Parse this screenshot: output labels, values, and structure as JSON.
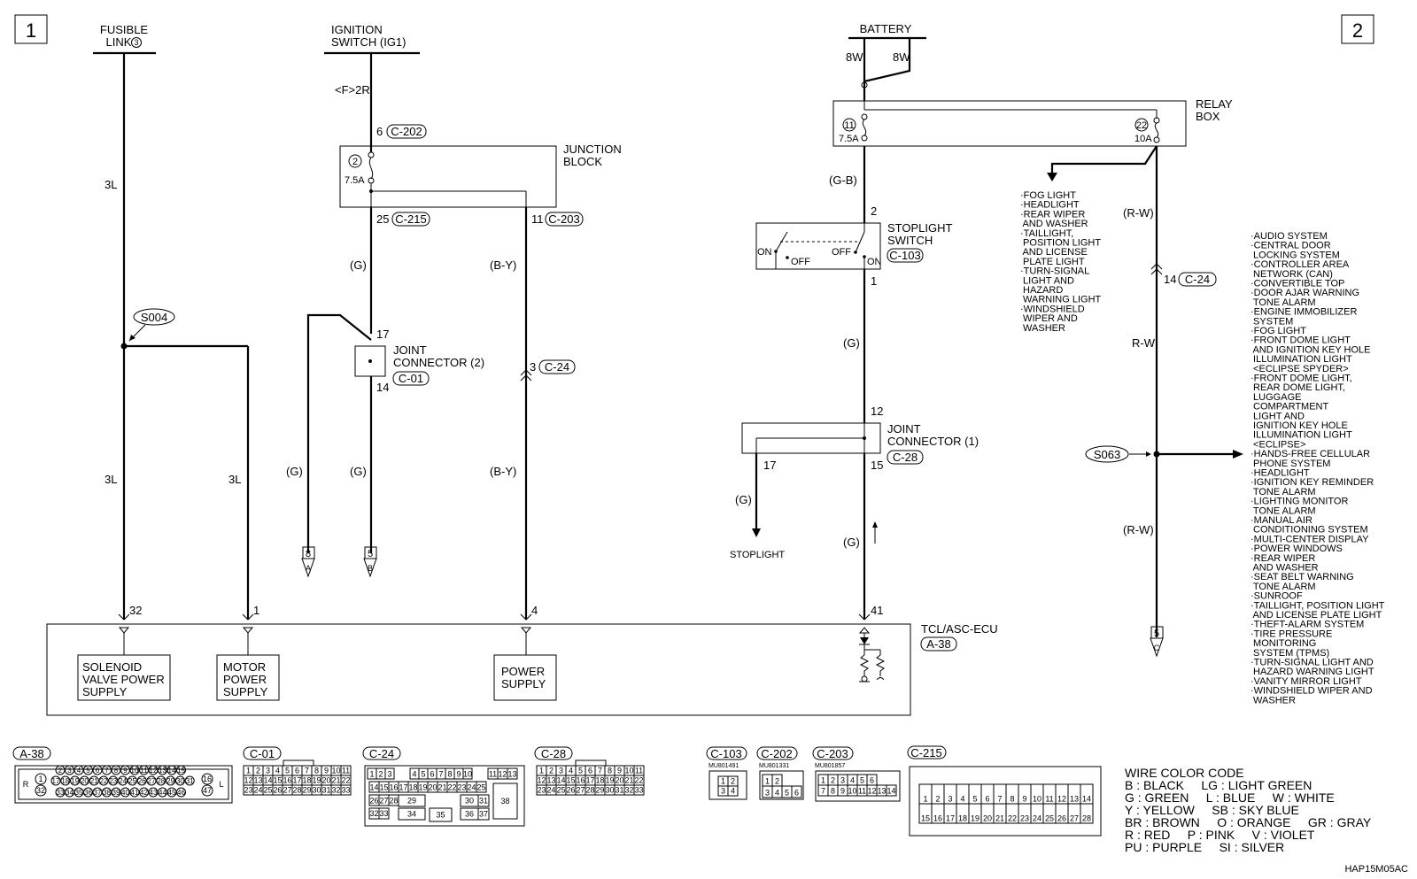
{
  "page_markers": {
    "left": "1",
    "right": "2"
  },
  "sources": {
    "fusible_link": [
      "FUSIBLE",
      "LINK"
    ],
    "fusible_link_num": "3",
    "ignition_switch": [
      "IGNITION",
      "SWITCH (IG1)"
    ],
    "battery": "BATTERY",
    "battery_wires": [
      "8W",
      "8W"
    ]
  },
  "relay_box": {
    "label": [
      "RELAY",
      "BOX"
    ],
    "fuse_a": {
      "num": "11",
      "rating": "7.5A"
    },
    "fuse_b": {
      "num": "22",
      "rating": "10A"
    }
  },
  "junction_block": {
    "label": [
      "JUNCTION",
      "BLOCK"
    ],
    "fuse": {
      "num": "2",
      "rating": "7.5A"
    },
    "in_pin": "6",
    "in_conn": "C-202",
    "out1_pin": "25",
    "out1_conn": "C-215",
    "out2_pin": "11",
    "out2_conn": "C-203",
    "feed_code": "<F>2R"
  },
  "wire_codes": {
    "fl": "3L",
    "fl2": "3L",
    "fl3": "3L",
    "g": "(G)",
    "by": "(B-Y)",
    "gb": "(G-B)",
    "rw": "(R-W)",
    "rw_plain": "R-W"
  },
  "splices": {
    "s004": "S004",
    "s063": "S063"
  },
  "joint_connector_2": {
    "label": [
      "JOINT",
      "CONNECTOR (2)"
    ],
    "conn": "C-01",
    "pin_in": "17",
    "pin_out": "14"
  },
  "c24_inline": {
    "pin": "3",
    "conn": "C-24"
  },
  "stoplight_switch": {
    "label": [
      "STOPLIGHT",
      "SWITCH"
    ],
    "conn": "C-103",
    "pin_in": "2",
    "pin_out": "1",
    "states": {
      "on": "ON",
      "off": "OFF"
    }
  },
  "joint_connector_1": {
    "label": [
      "JOINT",
      "CONNECTOR (1)"
    ],
    "conn": "C-28",
    "pin_in": "12",
    "pin_out_a": "17",
    "pin_out_b": "15"
  },
  "stoplight": "STOPLIGHT",
  "fog_list": [
    "·FOG LIGHT",
    "·HEADLIGHT",
    "·REAR WIPER",
    " AND WASHER",
    "·TAILLIGHT,",
    " POSITION LIGHT",
    " AND LICENSE",
    " PLATE LIGHT",
    "·TURN-SIGNAL",
    " LIGHT AND",
    " HAZARD",
    " WARNING LIGHT",
    "·WINDSHIELD",
    " WIPER AND",
    " WASHER"
  ],
  "rw_inline": {
    "pin": "14",
    "conn": "C-24"
  },
  "systems_list": [
    "·AUDIO SYSTEM",
    "·CENTRAL DOOR",
    " LOCKING SYSTEM",
    "·CONTROLLER AREA",
    " NETWORK (CAN)",
    "·CONVERTIBLE TOP",
    "·DOOR AJAR WARNING",
    " TONE ALARM",
    "·ENGINE IMMOBILIZER",
    " SYSTEM",
    "·FOG LIGHT",
    "·FRONT DOME LIGHT",
    " AND IGNITION KEY HOLE",
    " ILLUMINATION LIGHT",
    " <ECLIPSE SPYDER>",
    "·FRONT DOME LIGHT,",
    " REAR DOME LIGHT,",
    " LUGGAGE",
    " COMPARTMENT",
    " LIGHT AND",
    " IGNITION KEY HOLE",
    " ILLUMINATION LIGHT",
    " <ECLIPSE>",
    "·HANDS-FREE CELLULAR",
    " PHONE SYSTEM",
    "·HEADLIGHT",
    "·IGNITION KEY REMINDER",
    " TONE ALARM",
    "·LIGHTING MONITOR",
    " TONE ALARM",
    "·MANUAL AIR",
    " CONDITIONING SYSTEM",
    "·MULTI-CENTER DISPLAY",
    "·POWER WINDOWS",
    "·REAR WIPER",
    " AND WASHER",
    "·SEAT BELT WARNING",
    " TONE ALARM",
    "·SUNROOF",
    "·TAILLIGHT, POSITION LIGHT",
    " AND LICENSE PLATE LIGHT",
    "·THEFT-ALARM SYSTEM",
    "·TIRE PRESSURE",
    " MONITORING",
    " SYSTEM (TPMS)",
    "·TURN-SIGNAL LIGHT AND",
    " HAZARD WARNING LIGHT",
    "·VANITY MIRROR LIGHT",
    "·WINDSHIELD WIPER AND",
    " WASHER"
  ],
  "off_page": {
    "b": {
      "num": "8",
      "letter": "A"
    },
    "c": {
      "num": "5",
      "letter": "B"
    },
    "d": {
      "num": "5",
      "letter": "C"
    }
  },
  "ecu": {
    "label": "TCL/ASC-ECU",
    "conn": "A-38",
    "pins": [
      "32",
      "1",
      "4",
      "41"
    ],
    "blocks": [
      [
        "SOLENOID",
        "VALVE POWER",
        "SUPPLY"
      ],
      [
        "MOTOR",
        "POWER",
        "SUPPLY"
      ],
      [
        "POWER",
        "SUPPLY"
      ]
    ]
  },
  "connectors": [
    {
      "id": "A-38",
      "rows": [
        [
          "2",
          "3",
          "4",
          "5",
          "6",
          "7",
          "8",
          "9",
          "10",
          "11",
          "12",
          "13",
          "14",
          "15"
        ],
        [
          "17",
          "18",
          "19",
          "20",
          "21",
          "22",
          "23",
          "24",
          "25",
          "26",
          "27",
          "28",
          "29",
          "30",
          "31"
        ],
        [
          "33",
          "34",
          "35",
          "36",
          "37",
          "38",
          "39",
          "40",
          "41",
          "42",
          "43",
          "44",
          "45",
          "46"
        ]
      ],
      "side": [
        "1",
        "32",
        "16",
        "47"
      ],
      "marks": [
        "R",
        "L"
      ]
    },
    {
      "id": "C-01",
      "rows": [
        [
          "1",
          "2",
          "3",
          "4",
          "5",
          "6",
          "7",
          "8",
          "9",
          "10",
          "11"
        ],
        [
          "12",
          "13",
          "14",
          "15",
          "16",
          "17",
          "18",
          "19",
          "20",
          "21",
          "22"
        ],
        [
          "23",
          "24",
          "25",
          "26",
          "27",
          "28",
          "29",
          "30",
          "31",
          "32",
          "33"
        ]
      ]
    },
    {
      "id": "C-24",
      "rows": [
        [
          "1",
          "2",
          "3",
          "4",
          "5",
          "6",
          "7",
          "8",
          "9",
          "10",
          "11",
          "12",
          "13"
        ],
        [
          "14",
          "15",
          "16",
          "17",
          "18",
          "19",
          "20",
          "21",
          "22",
          "23",
          "24",
          "25"
        ],
        [
          "26",
          "27",
          "28",
          "29",
          "30",
          "31"
        ],
        [
          "32",
          "33",
          "34",
          "35",
          "36",
          "37",
          "38"
        ]
      ]
    },
    {
      "id": "C-28",
      "rows": [
        [
          "1",
          "2",
          "3",
          "4",
          "5",
          "6",
          "7",
          "8",
          "9",
          "10",
          "11"
        ],
        [
          "12",
          "13",
          "14",
          "15",
          "16",
          "17",
          "18",
          "19",
          "20",
          "21",
          "22"
        ],
        [
          "23",
          "24",
          "25",
          "26",
          "27",
          "28",
          "29",
          "30",
          "31",
          "32",
          "33"
        ]
      ]
    },
    {
      "id": "C-103",
      "part": "MU801491",
      "rows": [
        [
          "1",
          "2"
        ],
        [
          "3",
          "4"
        ]
      ]
    },
    {
      "id": "C-202",
      "part": "MU801331",
      "rows": [
        [
          "1",
          "2"
        ],
        [
          "3",
          "4",
          "5",
          "6"
        ]
      ]
    },
    {
      "id": "C-203",
      "part": "MU801857",
      "rows": [
        [
          "1",
          "2",
          "3",
          "4",
          "5",
          "6"
        ],
        [
          "7",
          "8",
          "9",
          "10",
          "11",
          "12",
          "13",
          "14"
        ]
      ]
    },
    {
      "id": "C-215",
      "rows": [
        [
          "1",
          "2",
          "3",
          "4",
          "5",
          "6",
          "7",
          "8",
          "9",
          "10",
          "11",
          "12",
          "13",
          "14"
        ],
        [
          "15",
          "16",
          "17",
          "18",
          "19",
          "20",
          "21",
          "22",
          "23",
          "24",
          "25",
          "26",
          "27",
          "28"
        ]
      ]
    }
  ],
  "legend": {
    "title": "WIRE COLOR CODE",
    "lines": [
      "B : BLACK     LG : LIGHT GREEN",
      "G : GREEN     L : BLUE     W : WHITE",
      "Y : YELLOW     SB : SKY BLUE",
      "BR : BROWN     O : ORANGE     GR : GRAY",
      "R : RED     P : PINK     V : VIOLET",
      "PU : PURPLE     SI : SILVER"
    ]
  },
  "diagram_id": "HAP15M05AC"
}
